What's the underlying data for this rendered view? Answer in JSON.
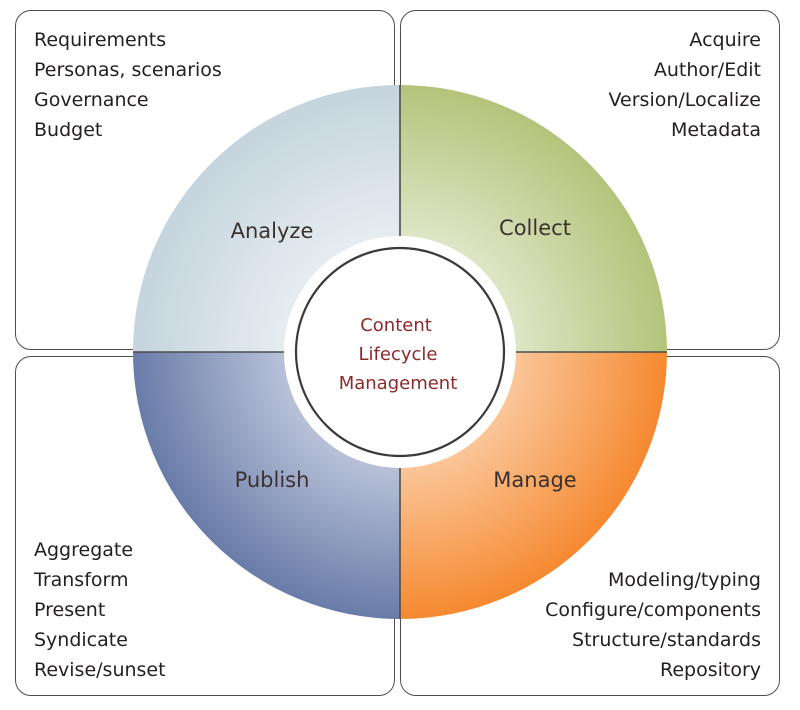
{
  "quadrants": {
    "analyze": {
      "label": "Analyze",
      "color": "#c7d6df",
      "items": [
        "Requirements",
        "Personas, scenarios",
        "Governance",
        "Budget"
      ]
    },
    "collect": {
      "label": "Collect",
      "color": "#b5c47a",
      "items": [
        "Acquire",
        "Author/Edit",
        "Version/Localize",
        "Metadata"
      ]
    },
    "publish": {
      "label": "Publish",
      "color": "#6b7fab",
      "items": [
        "Aggregate",
        "Transform",
        "Present",
        "Syndicate",
        "Revise/sunset"
      ]
    },
    "manage": {
      "label": "Manage",
      "color": "#f5882e",
      "items": [
        "Modeling/typing",
        "Configure/components",
        "Structure/standards",
        "Repository"
      ]
    }
  },
  "center": {
    "lines": [
      "Content",
      "Lifecycle",
      "Management"
    ],
    "text_color": "#8b2a2a"
  }
}
